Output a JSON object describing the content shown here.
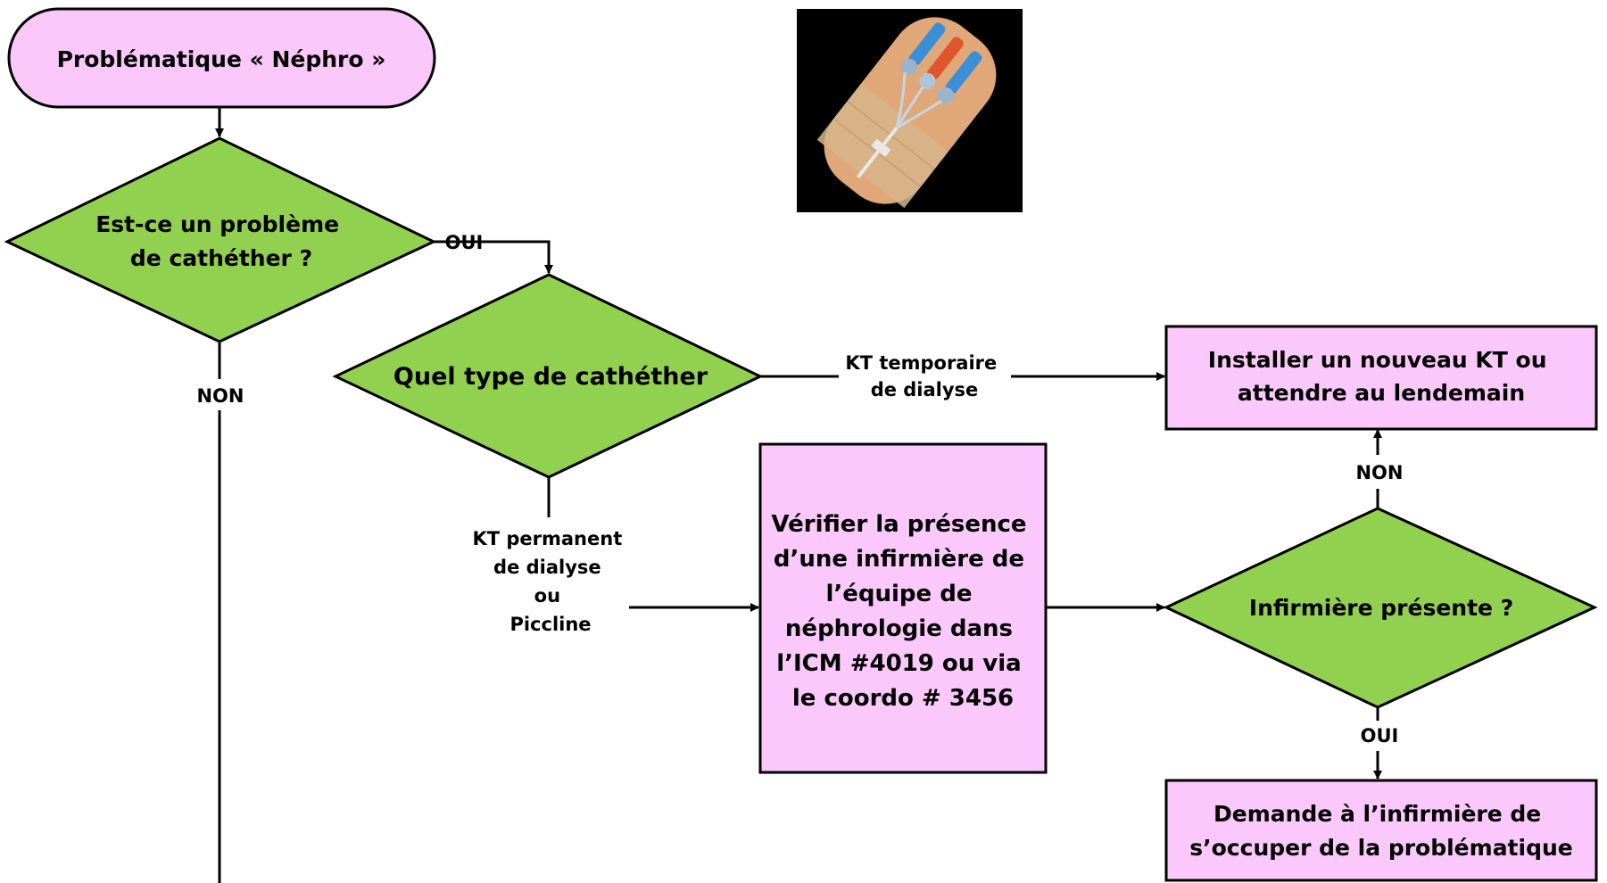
{
  "nodes": {
    "start": {
      "text": "Problématique « Néphro »"
    },
    "q_catheter": {
      "lines": [
        "Est-ce un problème",
        "de cathéther ?"
      ]
    },
    "q_type": {
      "text": "Quel type de cathéther"
    },
    "install_kt": {
      "lines": [
        "Installer un nouveau KT ou",
        "attendre au lendemain"
      ]
    },
    "verify_nurse": {
      "lines": [
        "Vérifier la présence",
        "d’une infirmière de",
        "l’équipe de",
        "néphrologie dans",
        "l’ICM #4019 ou via",
        "le coordo # 3456"
      ]
    },
    "q_nurse_present": {
      "text": "Infirmière présente ?"
    },
    "ask_nurse": {
      "lines": [
        "Demande à l’infirmière de",
        "s’occuper de la problématique"
      ]
    }
  },
  "edges": {
    "catheter_yes": "OUI",
    "catheter_no": "NON",
    "temp_kt": [
      "KT temporaire",
      "de dialyse"
    ],
    "perm_kt": [
      "KT permanent",
      "de dialyse",
      "ou",
      "Piccline"
    ],
    "nurse_no": "NON",
    "nurse_yes": "OUI"
  },
  "colors": {
    "terminal_fill": "#F9C8F9",
    "process_fill": "#FAC8FA",
    "decision_fill": "#92D050",
    "stroke": "#000000",
    "image_bg": "#000000"
  },
  "illustration": {
    "icon": "catheter-arm-illustration"
  }
}
